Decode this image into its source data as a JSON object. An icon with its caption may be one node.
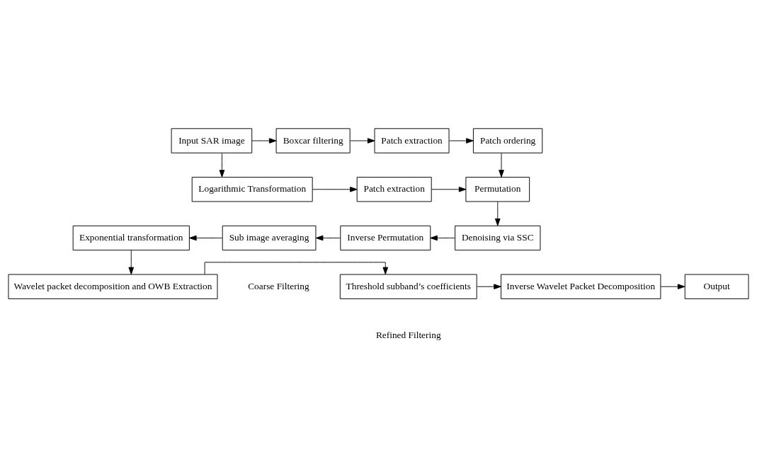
{
  "diagram": {
    "nodes": [
      {
        "text": [
          "Input SAR image"
        ]
      },
      {
        "text": [
          "Boxcar filtering"
        ]
      },
      {
        "text": [
          "Patch extraction"
        ]
      },
      {
        "text": [
          "Patch ordering"
        ]
      },
      {
        "text": [
          "Logarithmic Transformation"
        ]
      },
      {
        "text": [
          "Patch extraction"
        ]
      },
      {
        "text": [
          "Permutation"
        ]
      },
      {
        "text": [
          "Denoising via SSC"
        ]
      },
      {
        "text": [
          "Inverse Permutation"
        ]
      },
      {
        "text": [
          "Sub image averaging"
        ]
      },
      {
        "text": [
          "Exponential transformation"
        ]
      },
      {
        "text": [
          "Wavelet packet decomposition and OWB Extraction"
        ]
      },
      {
        "text": [
          "Threshold subband’s coefficients"
        ]
      },
      {
        "text": [
          "Inverse Wavelet Packet Decomposition"
        ]
      },
      {
        "text": [
          "Output"
        ]
      }
    ],
    "edges": [
      {
        "from": 0,
        "to": 1,
        "arrow": "to"
      },
      {
        "from": 1,
        "to": 2,
        "arrow": "to"
      },
      {
        "from": 2,
        "to": 3,
        "arrow": "to"
      },
      {
        "from": 3,
        "to": 6,
        "arrow": "to"
      },
      {
        "from": 0,
        "to": 4,
        "arrow": "to"
      },
      {
        "from": 4,
        "to": 5,
        "arrow": "to"
      },
      {
        "from": 5,
        "to": 6,
        "arrow": "to"
      },
      {
        "from": 6,
        "to": 7,
        "arrow": "to"
      },
      {
        "from": 7,
        "to": 8,
        "arrow": "to"
      },
      {
        "from": 8,
        "to": 9,
        "arrow": "to"
      },
      {
        "from": 9,
        "to": 10,
        "arrow": "to"
      },
      {
        "from": 10,
        "to": 11,
        "arrow": "to"
      },
      {
        "from": 11,
        "to": 12,
        "arrow": "to"
      },
      {
        "from": 12,
        "to": 13,
        "arrow": "to"
      },
      {
        "from": 13,
        "to": 14,
        "arrow": "to"
      }
    ],
    "labels": [
      "Coarse Filtering",
      "Refined Filtering"
    ]
  }
}
